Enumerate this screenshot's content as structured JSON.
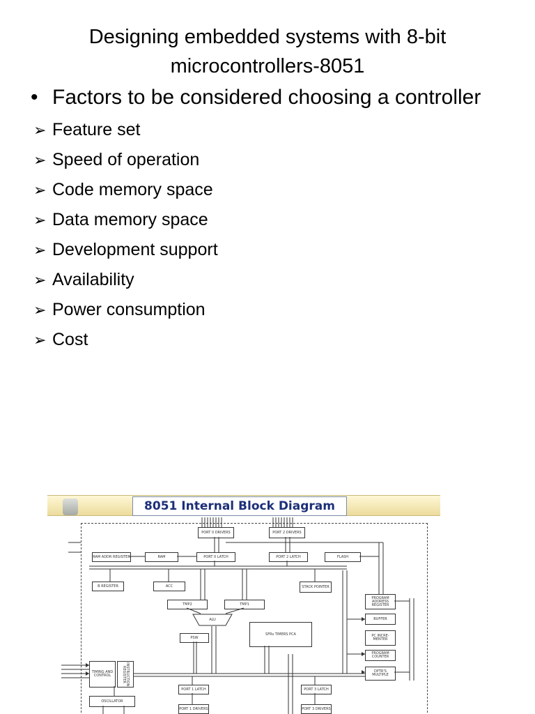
{
  "slide": {
    "title_line1": "Designing embedded systems with 8-bit",
    "title_line2": "microcontrollers-8051",
    "bullet": "Factors to be considered choosing a controller",
    "sub_items": [
      "Feature set",
      "Speed of operation",
      "Code memory space",
      "Data memory space",
      "Development support",
      "Availability",
      "Power consumption",
      "Cost"
    ]
  },
  "diagram": {
    "title": "8051 Internal Block Diagram",
    "blocks": {
      "port0_drivers": "PORT 0 DRIVERS",
      "port2_drivers": "PORT 2 DRIVERS",
      "ram_addr_register": "RAM ADDR REGISTER",
      "ram": "RAM",
      "port0_latch": "PORT 0 LATCH",
      "port2_latch": "PORT 2 LATCH",
      "flash": "FLASH",
      "b_register": "B REGISTER",
      "acc": "ACC",
      "stack_pointer": "STACK POINTER",
      "program_address_register": "PROGRAM ADDRESS REGISTER",
      "tmp2": "TMP2",
      "tmp1": "TMP1",
      "alu": "ALU",
      "buffer": "BUFFER",
      "psw": "PSW",
      "timers": "SFRs TIMERS PCA",
      "pc_incrementer": "PC INCRE-MENTER",
      "program_counter": "PROGRAM COUNTER",
      "dptr": "DPTR'S MULTIPLE",
      "timing_control": "TIMING AND CONTROL",
      "instruction_register": "INSTRUCTION REGISTER",
      "oscillator": "OSCILLATOR",
      "port1_latch": "PORT 1 LATCH",
      "port3_latch": "PORT 3 LATCH",
      "port1_drivers": "PORT 1 DRIVERS",
      "port3_drivers": "PORT 3 DRIVERS"
    }
  }
}
